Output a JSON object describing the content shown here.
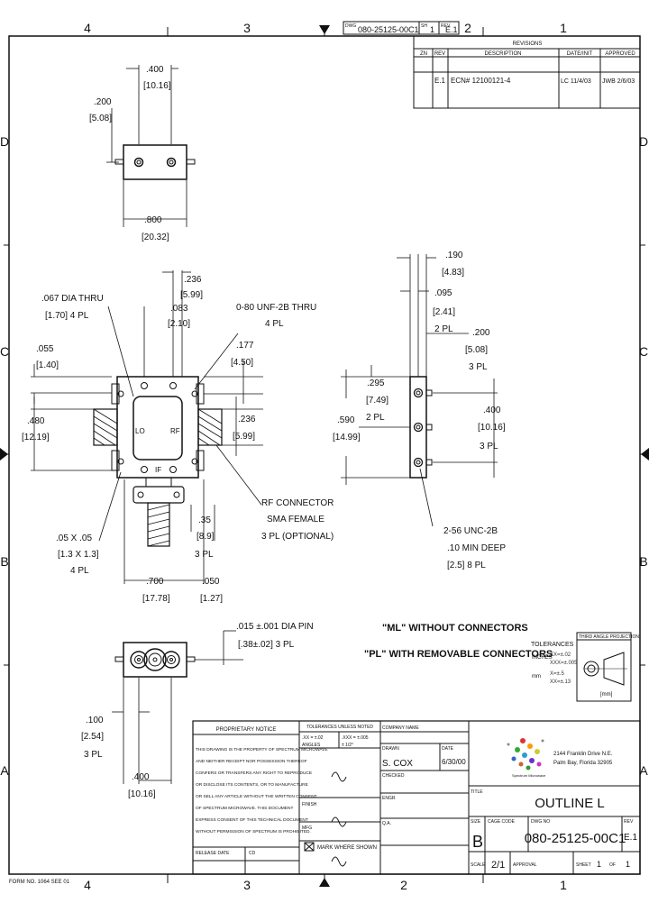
{
  "zones": {
    "top": [
      "4",
      "3",
      "2",
      "1"
    ],
    "bottom": [
      "4",
      "3",
      "2",
      "1"
    ],
    "left": [
      "D",
      "C",
      "B",
      "A"
    ],
    "right": [
      "D",
      "C",
      "B",
      "A"
    ]
  },
  "title_tab": {
    "dwg_label": "DWG",
    "dwg_no": "080-25125-00C1",
    "sh_label": "SH",
    "sh": "1",
    "rev_label": "REV",
    "rev": "E.1"
  },
  "revisions": {
    "title": "REVISIONS",
    "headers": [
      "ZN",
      "REV",
      "DESCRIPTION",
      "DATE/INIT",
      "APPROVED"
    ],
    "row": [
      "",
      "E.1",
      "ECN# 12100121-4",
      "LC 11/4/03",
      "JWB 2/6/03"
    ]
  },
  "dims": {
    "d_w1": ".400",
    "d_w1m": "[10.16]",
    "d_h1": ".200",
    "d_h1m": "[5.08]",
    "d_len": ".800",
    "d_lenm": "[20.32]",
    "d_236": ".236",
    "d_236m": "[5.99]",
    "d_083": ".083",
    "d_083m": "[2.10]",
    "d_thru_a": ".067 DIA THRU",
    "d_thru_b": "[1.70] 4 PL",
    "d_tap_a": "0-80 UNF-2B THRU",
    "d_tap_b": "4 PL",
    "d_055": ".055",
    "d_055m": "[1.40]",
    "d_177": ".177",
    "d_177m": "[4.50]",
    "d_480": ".480",
    "d_480m": "[12.19]",
    "d_236b": ".236",
    "d_236bm": "[5.99]",
    "d_rf_a": "RF CONNECTOR",
    "d_rf_b": "SMA FEMALE",
    "d_rf_c": "3 PL (OPTIONAL)",
    "d_05_a": ".05 X .05",
    "d_05_b": "[1.3 X 1.3]",
    "d_05_c": "4 PL",
    "d_35": ".35",
    "d_35m": "[8.9]",
    "d_35n": "3 PL",
    "d_700": ".700",
    "d_700m": "[17.78]",
    "d_050": ".050",
    "d_050m": "[1.27]",
    "d_190": ".190",
    "d_190m": "[4.83]",
    "d_095": ".095",
    "d_095m": "[2.41]",
    "d_095n": "2 PL",
    "d_200": ".200",
    "d_200m": "[5.08]",
    "d_200n": "3 PL",
    "d_295": ".295",
    "d_295m": "[7.49]",
    "d_295n": "2 PL",
    "d_590": ".590",
    "d_590m": "[14.99]",
    "d_400": ".400",
    "d_400m": "[10.16]",
    "d_400n": "3 PL",
    "d_256_a": "2-56 UNC-2B",
    "d_256_b": ".10 MIN DEEP",
    "d_256_c": "[2.5] 8 PL",
    "d_pin_a": ".015 ±.001 DIA PIN",
    "d_pin_b": "[.38±.02] 3 PL",
    "d_100": ".100",
    "d_100m": "[2.54]",
    "d_100n": "3 PL",
    "d_400b": ".400",
    "d_400bm": "[10.16]",
    "port_lo": "LO",
    "port_rf": "RF",
    "port_if": "IF"
  },
  "notes": {
    "ml": "\"ML\" WITHOUT CONNECTORS",
    "pl": "\"PL\" WITH REMOVABLE CONNECTORS"
  },
  "tolerances": {
    "title": "TOLERANCES",
    "inches": "INCHES",
    "in_2": "XX=±.02",
    "in_3": "XXX=±.005",
    "mm": "mm",
    "mm_1": "X=±.5",
    "mm_2": "XX=±.13",
    "proj": "THIRD ANGLE PROJECTION",
    "proj_unit": "[mm]"
  },
  "proprietary": {
    "title": "PROPRIETARY NOTICE",
    "lines": [
      "THIS DRAWING IS THE PROPERTY OF SPECTRUM MICROWAVE",
      "AND NEITHER RECEIPT NOR POSSESSION THEREOF",
      "CONFERS OR TRANSFERS ANY RIGHT TO REPRODUCE",
      "OR DISCLOSE ITS CONTENTS, OR TO MANUFACTURE",
      "OR SELL ANY ARTICLE WITHOUT THE WRITTEN CONSENT",
      "OF SPECTRUM MICROWAVE. THIS DOCUMENT",
      "EXPRESS CONSENT OF THIS TECHNICAL DOCUMENT",
      "WITHOUT PERMISSION OF SPECTRUM IS PROHIBITED."
    ],
    "rel_label": "RELEASE DATE",
    "cd_label": "CD",
    "rel_value": "",
    "cd_value": ""
  },
  "tolerance_block": {
    "title": "TOLERANCES UNLESS NOTED",
    "r1a": ".XX = ±.02",
    "r1b": ".XXX = ±.005",
    "r2a": "ANGLES",
    "r2b": "± 1/2°",
    "finish": "FINISH",
    "mfg": "MFG",
    "mark_label": "MARK WHERE SHOWN"
  },
  "approval": {
    "company": "COMPANY NAME",
    "drawn": "DRAWN",
    "drawn_by": "S. COX",
    "date": "DATE",
    "date_value": "6/30/00",
    "checked": "CHECKED",
    "engr": "ENGR",
    "qa": "Q.A."
  },
  "company_block": {
    "address_1": "2144 Franklin Drive N.E.",
    "address_2": "Palm Bay, Florida 32905",
    "logo_caption": "Spectrum Microwave"
  },
  "title_block": {
    "title_label": "TITLE",
    "title": "OUTLINE L",
    "size_label": "SIZE",
    "size": "B",
    "cage_label": "CAGE CODE",
    "dwgno_label": "DWG NO",
    "dwg_no": "080-25125-00C1",
    "rev_label": "REV",
    "rev": "E.1",
    "scale_label": "SCALE",
    "scale": "2/1",
    "approval_label": "APPROVAL",
    "sheet_label": "SHEET",
    "sheet": "1",
    "of_label": "OF",
    "sheet_total": "1"
  },
  "footer": {
    "form": "FORM NO. 1064 SEE 01"
  }
}
